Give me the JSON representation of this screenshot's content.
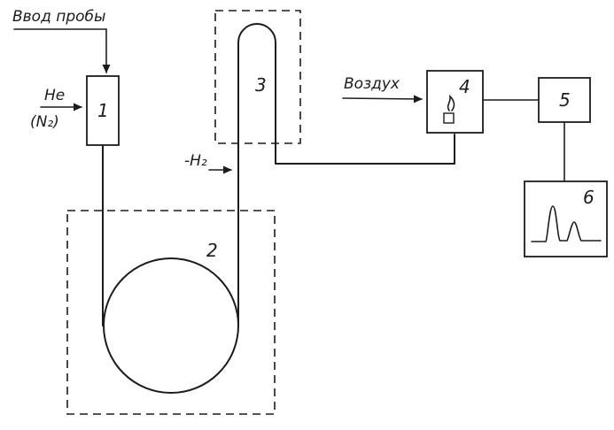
{
  "labels": {
    "sample_input": "Ввод пробы",
    "carrier_gas": "He",
    "carrier_gas_alt": "(N₂)",
    "hydrogen": "-H₂",
    "air": "Воздух",
    "block1": "1",
    "block2": "2",
    "block3": "3",
    "block4": "4",
    "block5": "5",
    "block6": "6"
  },
  "colors": {
    "ink": "#1c1c1c",
    "background": "#ffffff"
  },
  "icons": {
    "flame": "flame-icon",
    "jet": "jet-square",
    "chromatogram": "chromatogram-trace"
  }
}
